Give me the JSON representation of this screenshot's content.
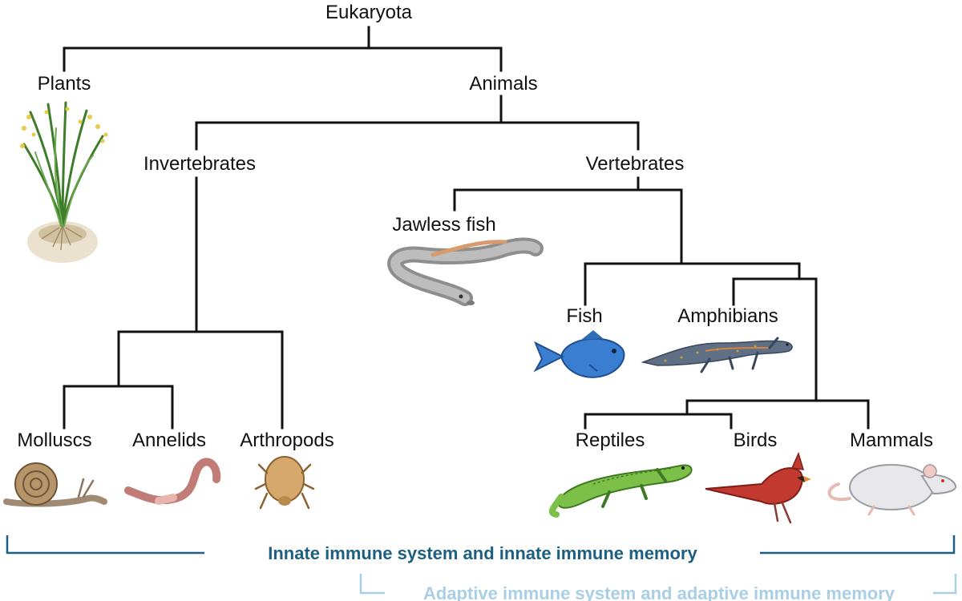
{
  "tree": {
    "root": "Eukaryota",
    "plants": "Plants",
    "animals": "Animals",
    "invertebrates": "Invertebrates",
    "vertebrates": "Vertebrates",
    "jawless_fish": "Jawless fish",
    "fish": "Fish",
    "amphibians": "Amphibians",
    "molluscs": "Molluscs",
    "annelids": "Annelids",
    "arthropods": "Arthropods",
    "reptiles": "Reptiles",
    "birds": "Birds",
    "mammals": "Mammals"
  },
  "legend": {
    "innate": "Innate immune system and innate immune memory",
    "adaptive": "Adaptive immune system and adaptive immune memory"
  },
  "colors": {
    "innate": "#1d5f80",
    "adaptive": "#a9cfe4",
    "tree_lines": "#111111"
  },
  "icons": [
    "plant-icon",
    "lamprey-icon",
    "fish-icon",
    "newt-icon",
    "snail-icon",
    "worm-icon",
    "tick-icon",
    "iguana-icon",
    "cardinal-icon",
    "mouse-icon"
  ]
}
